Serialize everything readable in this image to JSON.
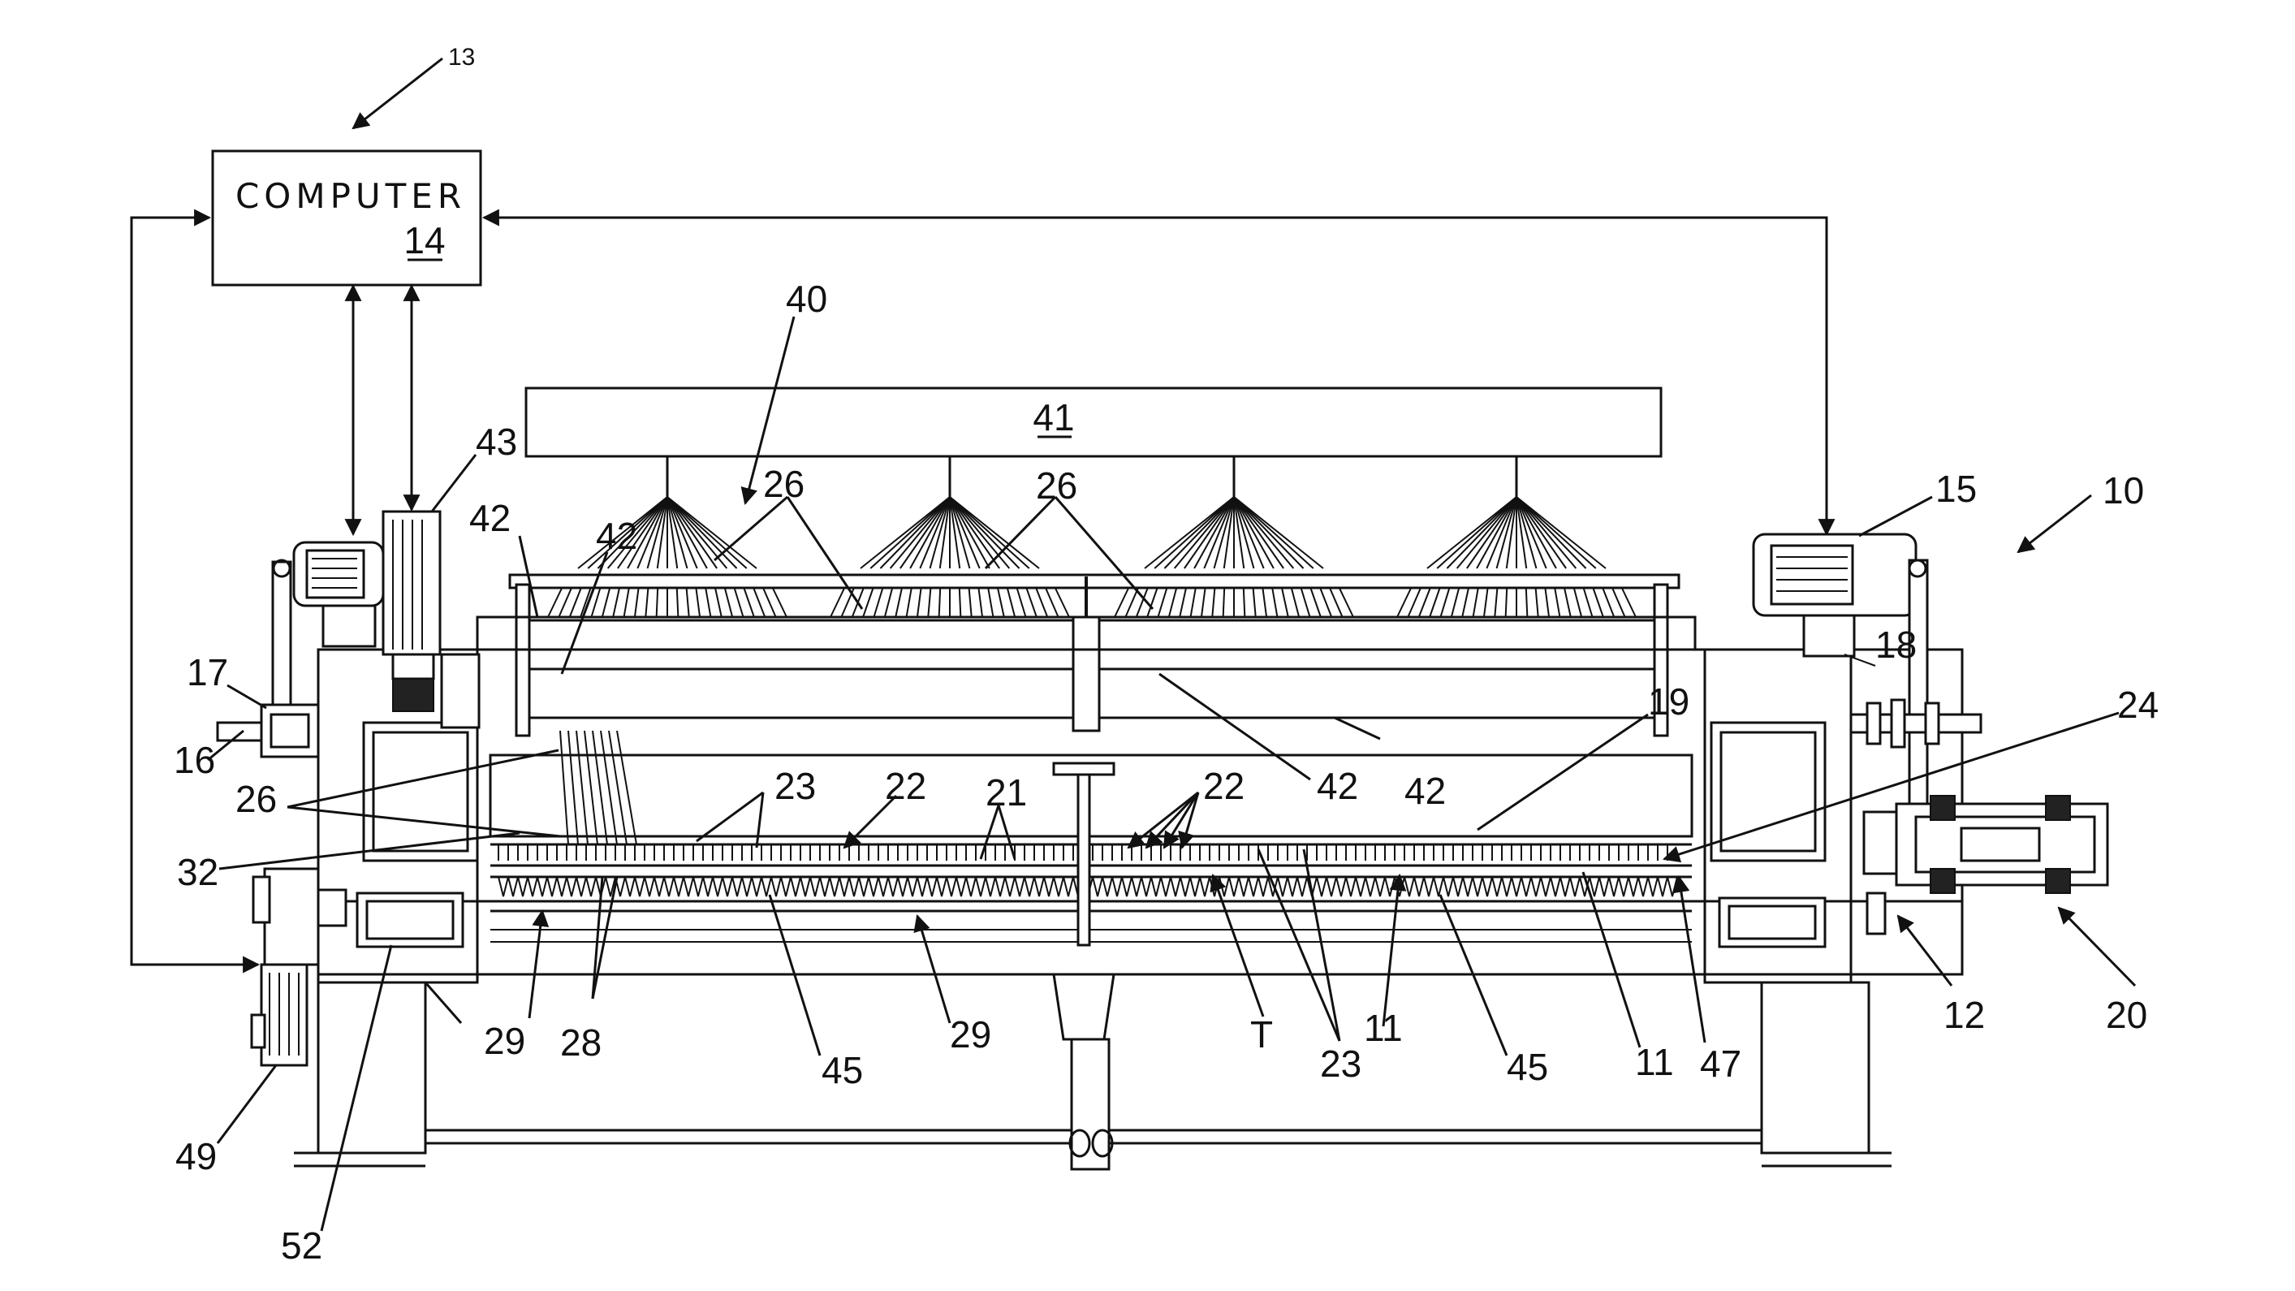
{
  "computer": {
    "title": "COMPUTER",
    "ref": "14"
  },
  "header_box": {
    "ref": "41"
  },
  "labels": {
    "l13": "13",
    "l10": "10",
    "l40": "40",
    "l43": "43",
    "l15": "15",
    "l42a": "42",
    "l42b": "42",
    "l42c": "42",
    "l42d": "42",
    "l26a": "26",
    "l26b": "26",
    "l26c": "26",
    "l17": "17",
    "l16": "16",
    "l18": "18",
    "l19": "19",
    "l24": "24",
    "l23a": "23",
    "l22a": "22",
    "l21": "21",
    "l22b": "22",
    "l32": "32",
    "l29a": "29",
    "l28": "28",
    "l45a": "45",
    "l29b": "29",
    "lT": "T",
    "l23b": "23",
    "l11a": "11",
    "l45b": "45",
    "l11b": "11",
    "l47": "47",
    "l12": "12",
    "l20": "20",
    "l49": "49",
    "l52": "52"
  }
}
